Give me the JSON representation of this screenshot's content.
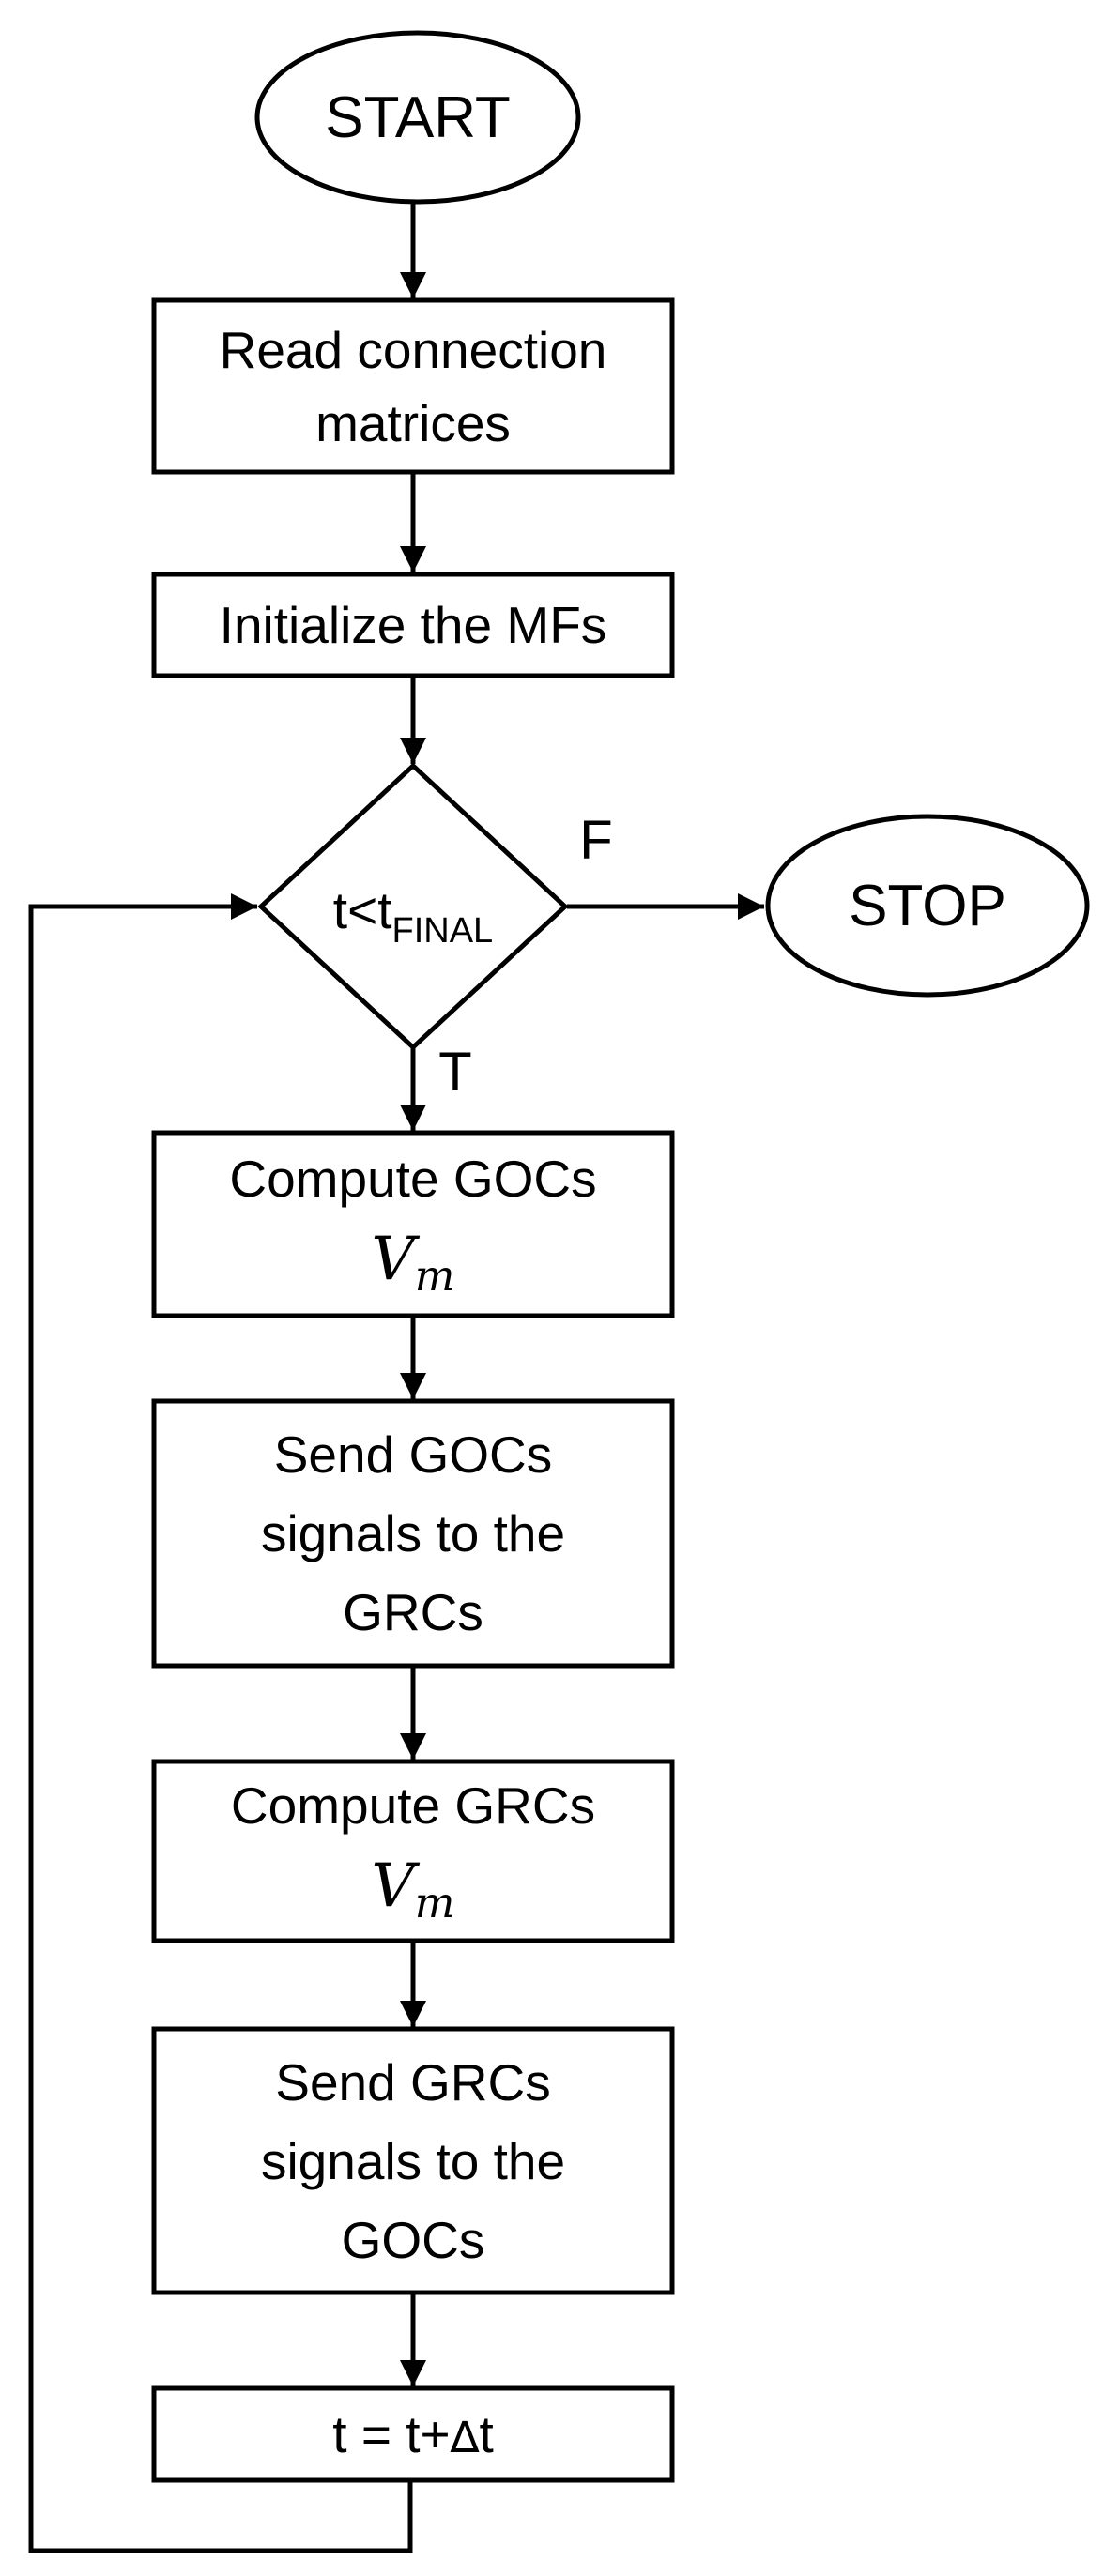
{
  "colors": {
    "line": "#000000",
    "text": "#000000",
    "background": "#ffffff"
  },
  "nodes": {
    "start": {
      "type": "terminal",
      "label": "START"
    },
    "read_matrices": {
      "type": "process",
      "lines": [
        "Read connection",
        "matrices"
      ]
    },
    "initialize": {
      "type": "process",
      "lines": [
        "Initialize the MFs"
      ]
    },
    "time_check": {
      "type": "decision",
      "label_main": "t<t",
      "label_sub": "FINAL"
    },
    "compute_gocs": {
      "type": "process",
      "line1": "Compute GOCs",
      "formula_main": "V",
      "formula_sub": "m"
    },
    "send_gocs": {
      "type": "process",
      "lines": [
        "Send GOCs",
        "signals to the",
        "GRCs"
      ]
    },
    "compute_grcs": {
      "type": "process",
      "line1": "Compute GRCs",
      "formula_main": "V",
      "formula_sub": "m"
    },
    "send_grcs": {
      "type": "process",
      "lines": [
        "Send GRCs",
        "signals to the",
        "GOCs"
      ]
    },
    "update_time": {
      "type": "process",
      "label_pre": "t = t+",
      "label_delta": "∆",
      "label_post": "t"
    },
    "stop": {
      "type": "terminal",
      "label": "STOP"
    }
  },
  "edges": {
    "false_branch_label": "F",
    "true_branch_label": "T"
  }
}
